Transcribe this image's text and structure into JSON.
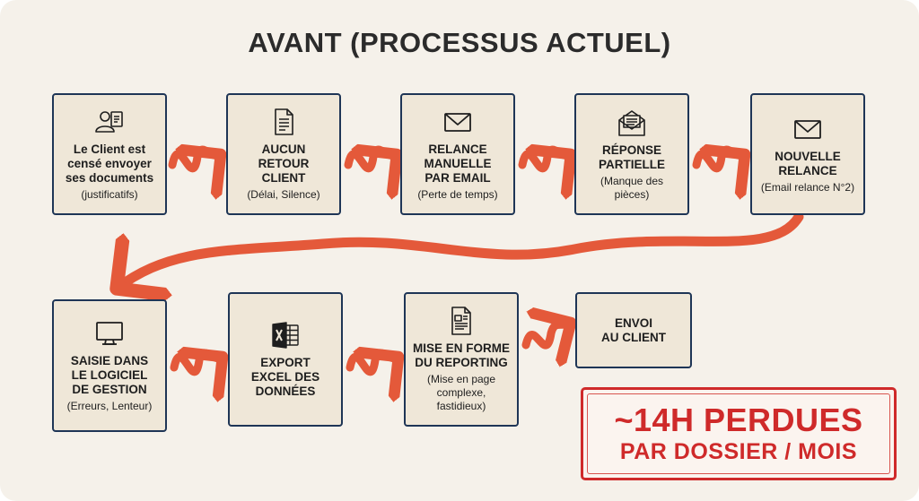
{
  "title": "AVANT (PROCESSUS ACTUEL)",
  "steps": [
    {
      "label": "Le Client est\ncensé envoyer\nses documents",
      "sub": "(justificatifs)",
      "icon": "user-document-icon"
    },
    {
      "label": "AUCUN\nRETOUR\nCLIENT",
      "sub": "(Délai, Silence)",
      "icon": "document-icon"
    },
    {
      "label": "RELANCE\nMANUELLE\nPAR EMAIL",
      "sub": "(Perte de temps)",
      "icon": "envelope-icon"
    },
    {
      "label": "RÉPONSE\nPARTIELLE",
      "sub": "(Manque des\npièces)",
      "icon": "open-envelope-icon"
    },
    {
      "label": "NOUVELLE\nRELANCE",
      "sub": "(Email relance N°2)",
      "icon": "envelope-icon"
    },
    {
      "label": "SAISIE DANS\nLE LOGICIEL\nDE GESTION",
      "sub": "(Erreurs, Lenteur)",
      "icon": "monitor-icon"
    },
    {
      "label": "EXPORT\nEXCEL DES\nDONNÉES",
      "sub": "",
      "icon": "excel-icon"
    },
    {
      "label": "MISE EN FORME\nDU REPORTING",
      "sub": "(Mise en page\ncomplexe,\nfastidieux)",
      "icon": "report-icon"
    },
    {
      "label": "ENVOI\nAU CLIENT",
      "sub": "",
      "icon": ""
    }
  ],
  "summary": {
    "line1": "~14H PERDUES",
    "line2": "PAR DOSSIER / MOIS"
  },
  "colors": {
    "arrow": "#e4593a",
    "box_border": "#1e3556",
    "box_fill": "#efe7d8",
    "stamp": "#cf2a2a"
  }
}
